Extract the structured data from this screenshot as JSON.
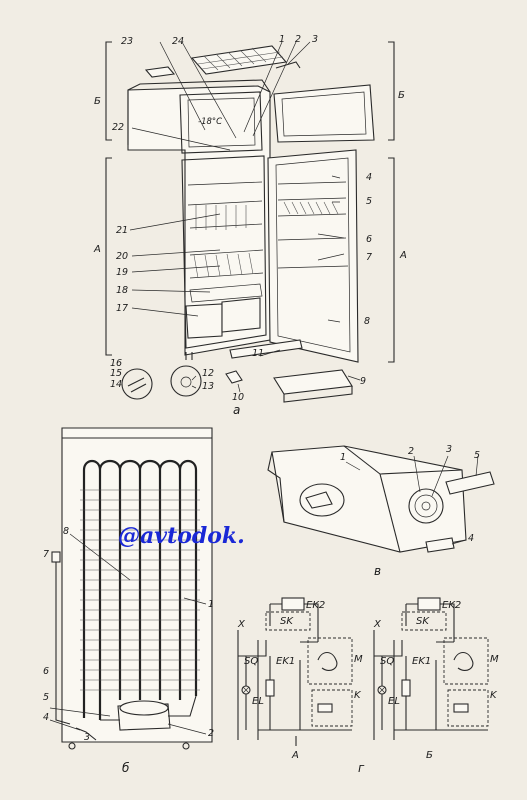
{
  "figure_a": {
    "caption": "а",
    "side_left_top": "Б",
    "side_left_bottom": "А",
    "side_right_top": "Б",
    "side_right_bottom": "А",
    "temperature": "-18°C",
    "callouts": [
      "1",
      "2",
      "3",
      "4",
      "5",
      "6",
      "7",
      "8",
      "9",
      "10",
      "11",
      "12",
      "13",
      "14",
      "15",
      "16",
      "17",
      "18",
      "19",
      "20",
      "21",
      "22",
      "23",
      "24"
    ]
  },
  "figure_b": {
    "caption": "б",
    "callouts": [
      "1",
      "2",
      "3",
      "4",
      "5",
      "6",
      "7",
      "8"
    ]
  },
  "figure_v": {
    "caption": "в",
    "callouts": [
      "1",
      "2",
      "3",
      "4",
      "5"
    ]
  },
  "figure_g": {
    "caption": "г",
    "sub_left": "А",
    "sub_right": "Б",
    "labels": {
      "ek2": "EK2",
      "sk": "SK",
      "x": "X",
      "sq": "SQ",
      "ek1": "EK1",
      "m": "M",
      "el": "EL",
      "k": "K"
    }
  },
  "watermark": "@avtodok."
}
